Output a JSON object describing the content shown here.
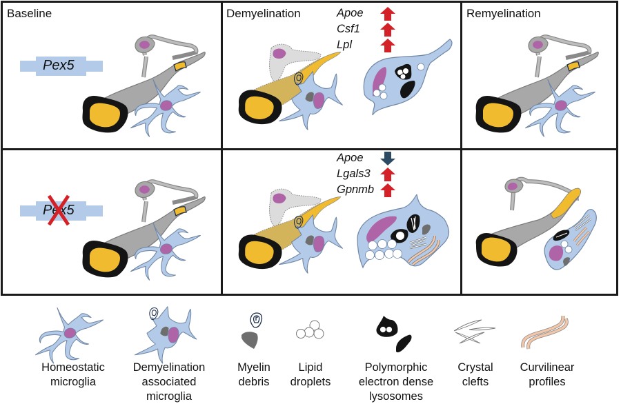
{
  "panels": {
    "top_row": [
      {
        "title": "Baseline",
        "gene_label": "Pex5"
      },
      {
        "title": "Demyelination",
        "genes": [
          {
            "name": "Apoe",
            "direction": "up"
          },
          {
            "name": "Csf1",
            "direction": "up"
          },
          {
            "name": "Lpl",
            "direction": "up"
          }
        ]
      },
      {
        "title": "Remyelination"
      }
    ],
    "bottom_row": [
      {
        "gene_label": "Pex5",
        "knocked_out": true
      },
      {
        "genes": [
          {
            "name": "Apoe",
            "direction": "down"
          },
          {
            "name": "Lgals3",
            "direction": "up"
          },
          {
            "name": "Gpnmb",
            "direction": "up"
          }
        ]
      },
      {}
    ]
  },
  "colors": {
    "up_arrow": "#d42027",
    "down_arrow": "#2d4a63",
    "microglia": "#b3cbe8",
    "nucleus": "#b064a8",
    "myelin": "#f0bb2e",
    "axon_gray": "#a8a8a8",
    "myelin_debris": "#6e6e6e",
    "curvilinear": "#f2c6a8",
    "pex5_bar": "#b3cbe8",
    "knockout_x": "#d42027"
  },
  "legend": [
    {
      "icon": "homeostatic-microglia-icon",
      "label_lines": [
        "Homeostatic",
        "microglia"
      ]
    },
    {
      "icon": "demyelination-microglia-icon",
      "label_lines": [
        "Demyelination",
        "associated",
        "microglia"
      ]
    },
    {
      "icon": "myelin-debris-icon",
      "label_lines": [
        "Myelin",
        "debris"
      ]
    },
    {
      "icon": "lipid-droplets-icon",
      "label_lines": [
        "Lipid",
        "droplets"
      ]
    },
    {
      "icon": "lysosomes-icon",
      "label_lines": [
        "Polymorphic",
        "electron dense",
        "lysosomes"
      ]
    },
    {
      "icon": "crystal-clefts-icon",
      "label_lines": [
        "Crystal",
        "clefts"
      ]
    },
    {
      "icon": "curvilinear-profiles-icon",
      "label_lines": [
        "Curvilinear",
        "profiles"
      ]
    }
  ]
}
